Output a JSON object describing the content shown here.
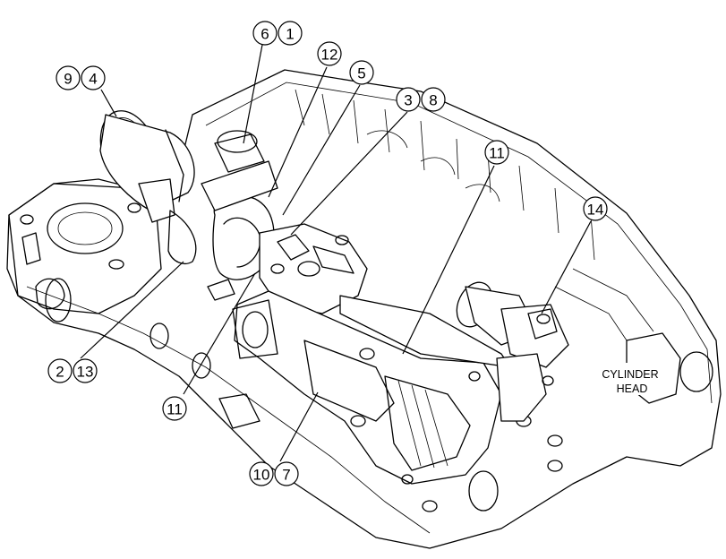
{
  "callouts": [
    {
      "id": "c6",
      "label": "6"
    },
    {
      "id": "c1",
      "label": "1"
    },
    {
      "id": "c12",
      "label": "12"
    },
    {
      "id": "c5",
      "label": "5"
    },
    {
      "id": "c9",
      "label": "9"
    },
    {
      "id": "c4",
      "label": "4"
    },
    {
      "id": "c3",
      "label": "3"
    },
    {
      "id": "c8",
      "label": "8"
    },
    {
      "id": "c11a",
      "label": "11"
    },
    {
      "id": "c14",
      "label": "14"
    },
    {
      "id": "c2",
      "label": "2"
    },
    {
      "id": "c13",
      "label": "13"
    },
    {
      "id": "c11b",
      "label": "11"
    },
    {
      "id": "c10",
      "label": "10"
    },
    {
      "id": "c7",
      "label": "7"
    }
  ],
  "labels": {
    "cylinder_line1": "CYLINDER",
    "cylinder_line2": "HEAD"
  }
}
